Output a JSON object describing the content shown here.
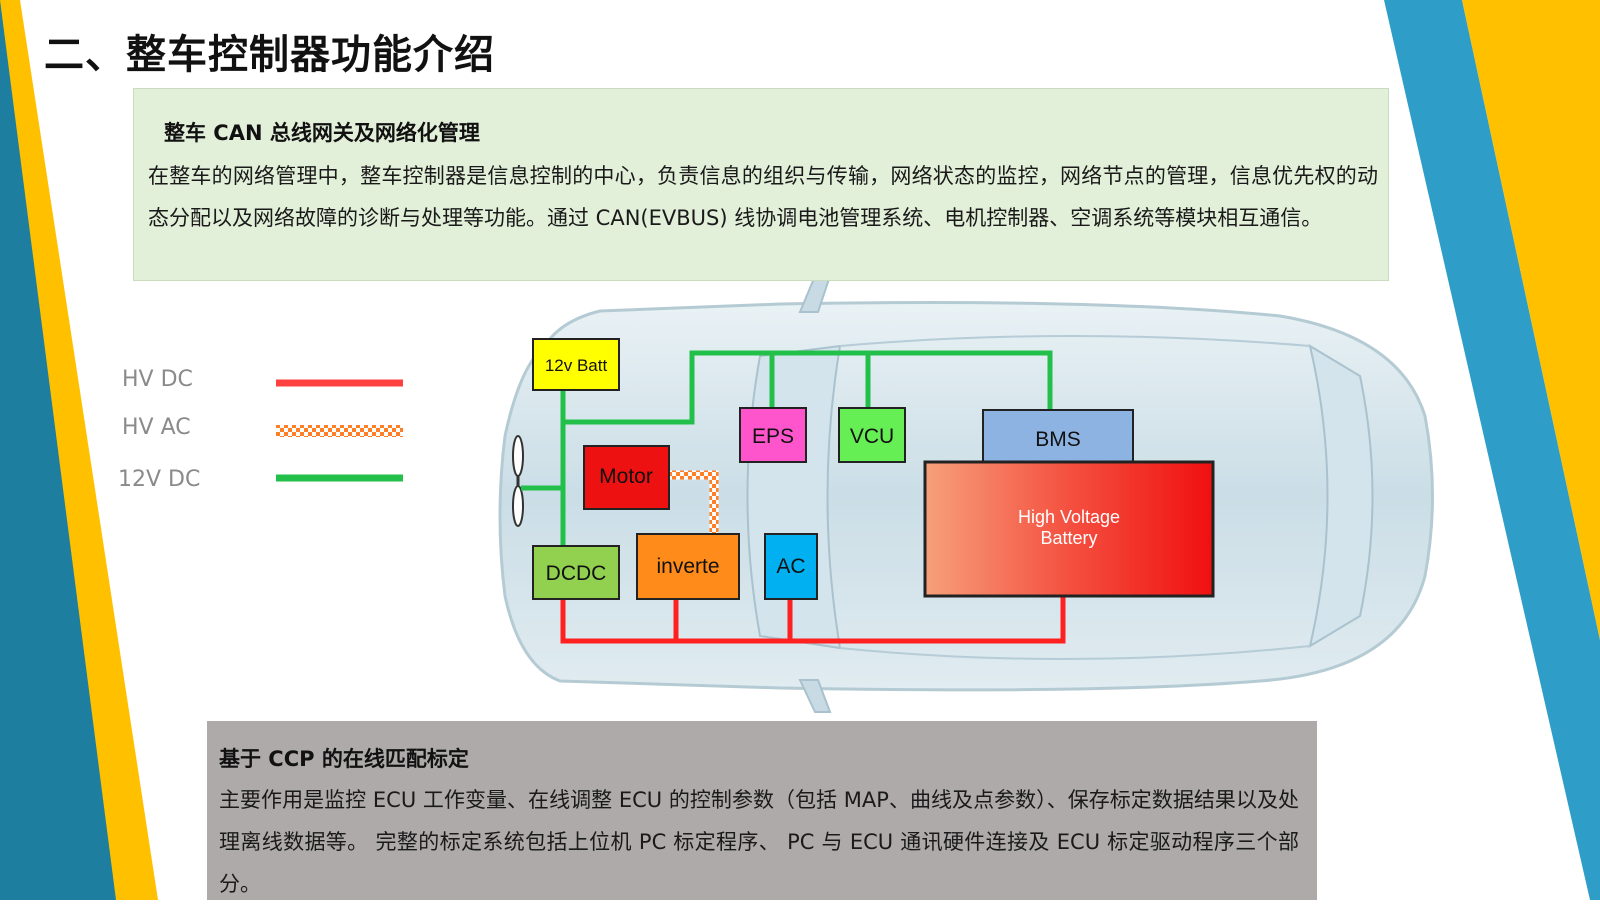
{
  "page": {
    "title": "二、整车控制器功能介绍"
  },
  "colors": {
    "left_band_yellow": "#ffc000",
    "left_band_teal": "#1d7ea0",
    "right_band_blue": "#2e9ec9",
    "right_band_yellow": "#ffc000",
    "green_box_bg": "#e2efd9",
    "gray_box_bg": "#aeaaaa",
    "hv_dc_line": "#ff2020",
    "hv_ac_line": "#ff7f27",
    "dc12v_line": "#22c04a"
  },
  "can_section": {
    "heading": "整车 CAN 总线网关及网络化管理",
    "body": "在整车的网络管理中，整车控制器是信息控制的中心，负责信息的组织与传输，网络状态的监控，网络节点的管理，信息优先权的动态分配以及网络故障的诊断与处理等功能。通过 CAN(EVBUS) 线协调电池管理系统、电机控制器、空调系统等模块相互通信。"
  },
  "diagram": {
    "legend": [
      {
        "label": "HV DC",
        "style": "solid-red"
      },
      {
        "label": "HV AC",
        "style": "dotted-orange"
      },
      {
        "label": "12V DC",
        "style": "solid-green"
      }
    ],
    "nodes": {
      "batt12v": "12v Batt",
      "eps": "EPS",
      "vcu": "VCU",
      "bms": "BMS",
      "motor": "Motor",
      "dcdc": "DCDC",
      "inverter": "inverte",
      "ac": "AC",
      "hv_battery_line1": "High Voltage",
      "hv_battery_line2": "Battery"
    }
  },
  "ccp_section": {
    "heading": "基于 CCP 的在线匹配标定",
    "body": "主要作用是监控 ECU 工作变量、在线调整 ECU 的控制参数（包括 MAP、曲线及点参数）、保存标定数据结果以及处理离线数据等。 完整的标定系统包括上位机 PC 标定程序、 PC 与 ECU 通讯硬件连接及 ECU 标定驱动程序三个部分。"
  }
}
